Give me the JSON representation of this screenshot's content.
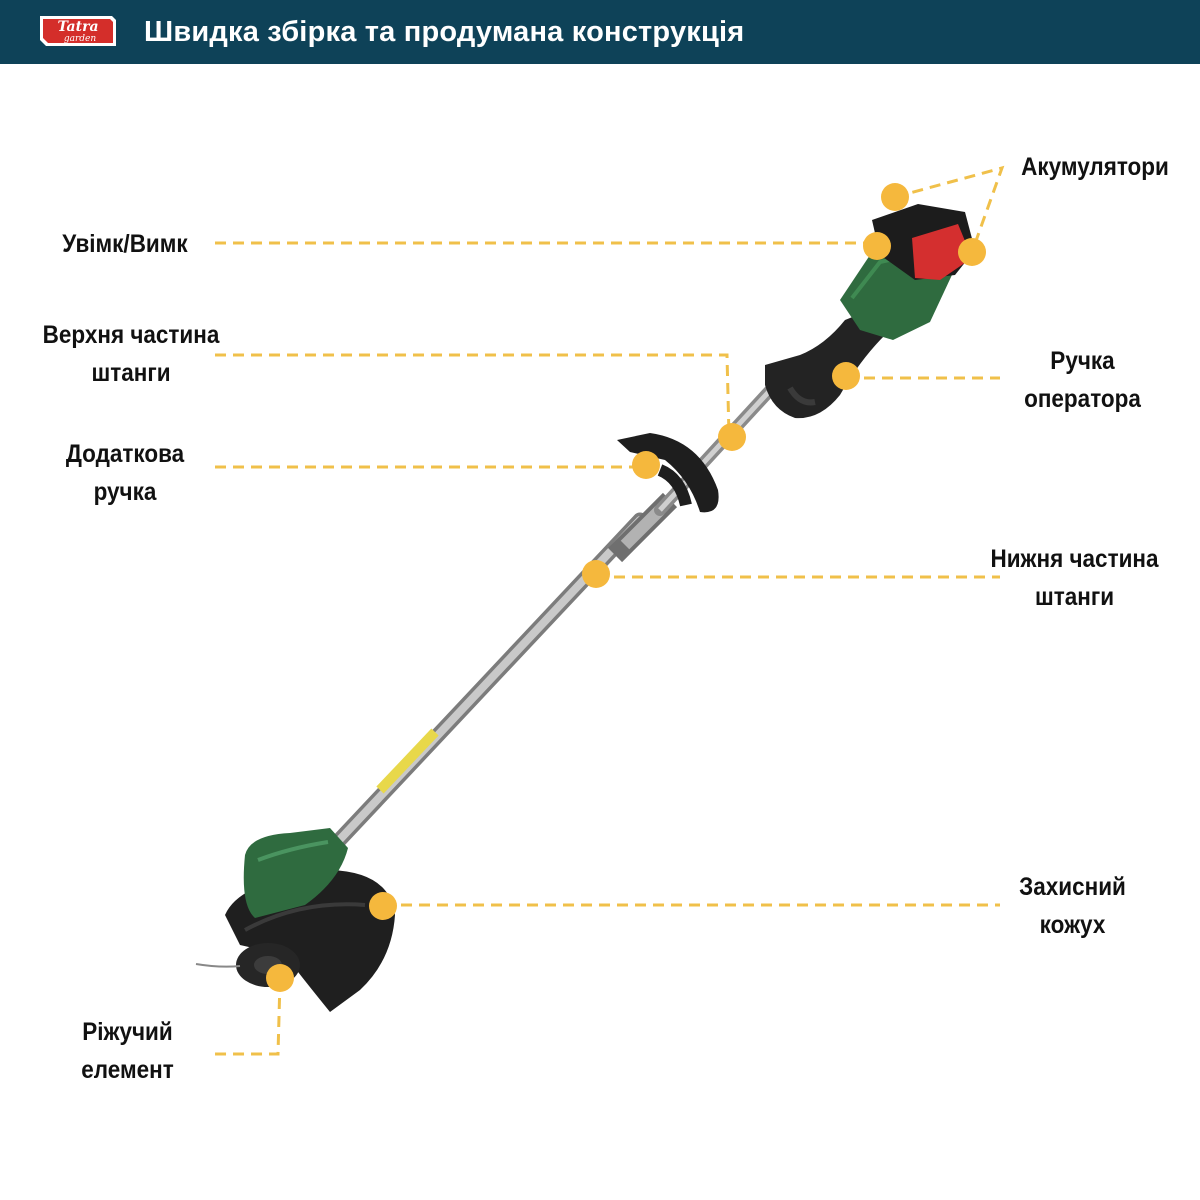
{
  "header": {
    "logo_line1": "Tatra",
    "logo_line2": "garden",
    "title": "Швидка збірка та продумана конструкція"
  },
  "labels": {
    "batteries": "Акумулятори",
    "power_switch": "Увімк/Вимк",
    "upper_shaft": "Верхня частина\nштанги",
    "operator_handle": "Ручка\nоператора",
    "aux_handle": "Додаткова\nручка",
    "lower_shaft": "Нижня частина\nштанги",
    "guard": "Захисний\nкожух",
    "cutting_element": "Ріжучий\nелемент"
  },
  "colors": {
    "header_bg": "#0e4258",
    "callout": "#f5b83d",
    "dash": "#f0c04a",
    "body_green": "#2f6b3f",
    "battery_red": "#d42f2f",
    "logo_red": "#d42e2a"
  }
}
